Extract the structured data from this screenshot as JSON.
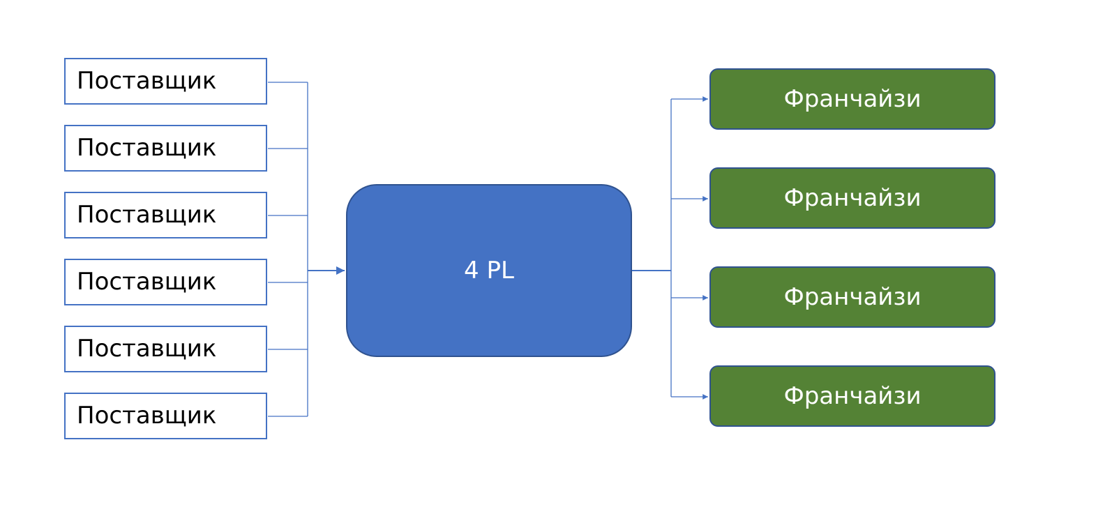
{
  "colors": {
    "connector": "#4472c4",
    "supplier_border": "#4472c4",
    "center_fill": "#4472c4",
    "franchisee_fill": "#548235",
    "node_border": "#2f528f"
  },
  "suppliers": [
    {
      "label": "Поставщик"
    },
    {
      "label": "Поставщик"
    },
    {
      "label": "Поставщик"
    },
    {
      "label": "Поставщик"
    },
    {
      "label": "Поставщик"
    },
    {
      "label": "Поставщик"
    }
  ],
  "center": {
    "label": "4 PL"
  },
  "franchisees": [
    {
      "label": "Франчайзи"
    },
    {
      "label": "Франчайзи"
    },
    {
      "label": "Франчайзи"
    },
    {
      "label": "Франчайзи"
    }
  ]
}
